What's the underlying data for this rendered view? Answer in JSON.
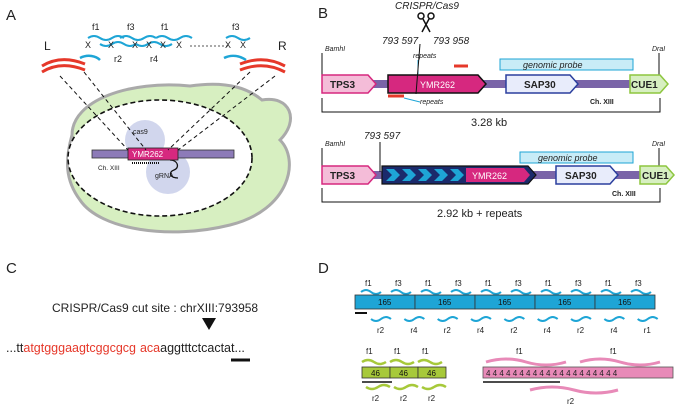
{
  "panels": {
    "a": {
      "letter": "A",
      "left_label": "L",
      "right_label": "R",
      "fragments_top": [
        "f1",
        "f3",
        "f1",
        "f3"
      ],
      "fragments_bottom": [
        "r2",
        "r4"
      ],
      "cross_mark": "X",
      "cell": {
        "cas9": "cas9",
        "gene": "YMR262",
        "chromosome": "Ch. XIII",
        "grna": "gRNA"
      }
    },
    "b": {
      "letter": "B",
      "crispr_label": "CRISPR/Cas9",
      "coord1": "793 597",
      "coord2": "793 958",
      "repeats": "repeats",
      "bamhi": "BamhI",
      "dral": "DraI",
      "genomic_probe": "genomic probe",
      "genes": {
        "tps3": "TPS3",
        "ymr262": "YMR262",
        "sap30": "SAP30",
        "cue1": "CUE1"
      },
      "chromosome": "Ch. XIII",
      "size1": "3.28 kb",
      "size2": "2.92 kb + repeats"
    },
    "c": {
      "letter": "C",
      "cut_site": "CRISPR/Cas9 cut site : chrXIII:793958",
      "seq_prefix": "...tt",
      "seq_red1": "atgtgggaagtcggcgcg",
      "seq_red2": "aca",
      "seq_pam": "agg",
      "seq_suffix": "tttctcactat..."
    },
    "d": {
      "letter": "D",
      "row1_top": [
        "f1",
        "f3",
        "f1",
        "f3",
        "f1",
        "f3",
        "f1",
        "f3",
        "f1",
        "f3"
      ],
      "row1_blocks": [
        "165",
        "165",
        "165",
        "165",
        "165"
      ],
      "row1_bottom": [
        "r2",
        "r4",
        "r2",
        "r4",
        "r2",
        "r4",
        "r2",
        "r4",
        "r1"
      ],
      "row2_top": [
        "f1",
        "f1",
        "f1"
      ],
      "row2_blocks": [
        "46",
        "46",
        "46"
      ],
      "row2_bottom": [
        "r2",
        "r2",
        "r2"
      ],
      "row3_top": [
        "f1",
        "f1"
      ],
      "row3_block": "4 4 4 4 4 4 4 4 4 4 4 4 4 4 4 4 4 4 4 4",
      "row3_bottom": "r2"
    }
  },
  "colors": {
    "magenta": "#d6287f",
    "pink_light": "#f4bcd8",
    "cyan": "#1ea5d6",
    "cyan_light": "#c8ecf7",
    "green": "#8dc63f",
    "green_light": "#d7efc1",
    "red": "#e6382a",
    "purple": "#7a64a8",
    "navy": "#1b2a6b",
    "lime": "#a7c93a"
  }
}
